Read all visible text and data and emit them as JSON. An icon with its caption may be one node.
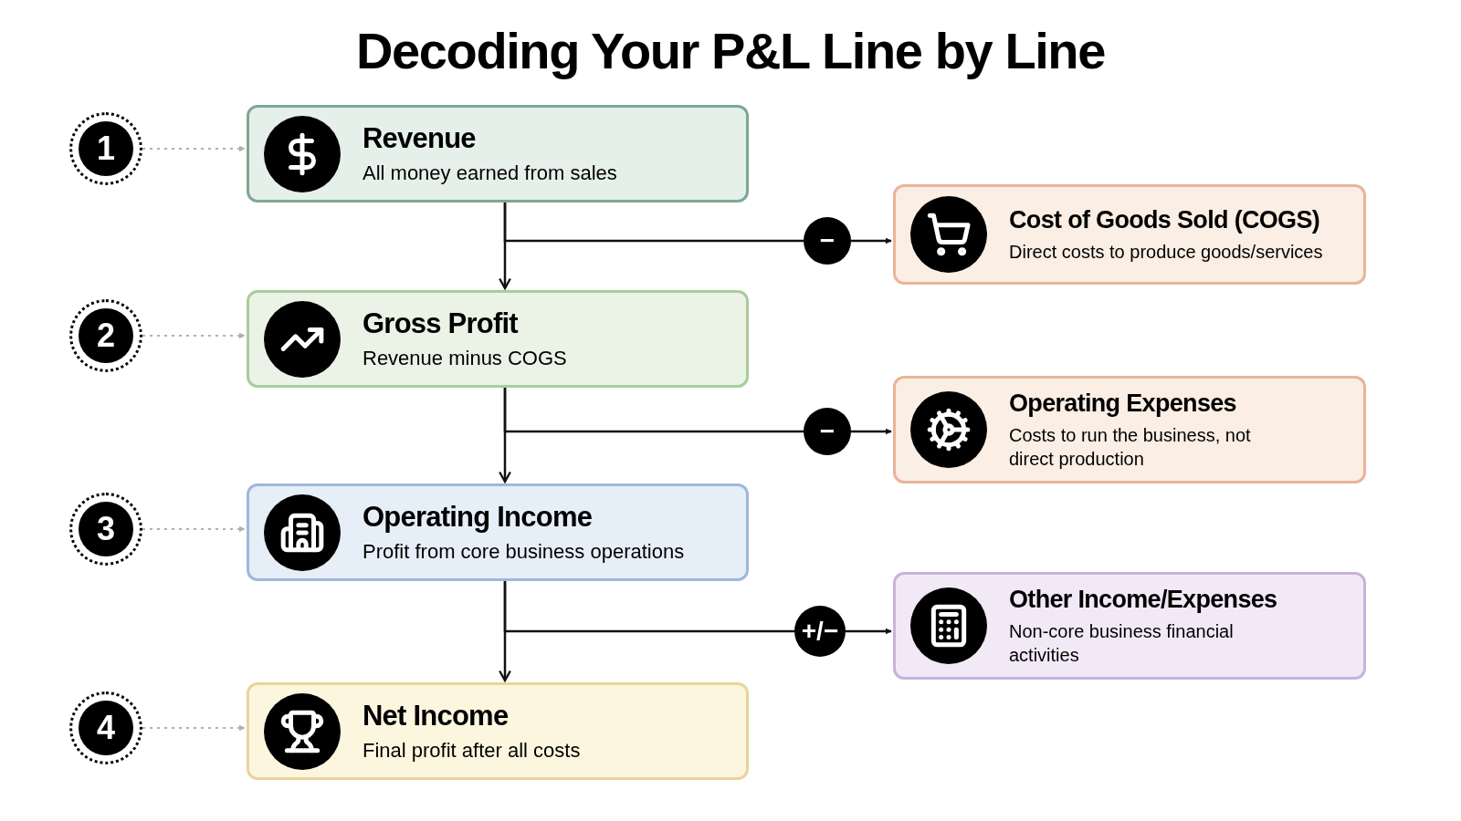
{
  "diagram": {
    "title": "Decoding Your P&L Line by Line",
    "nodes": [
      {
        "text": [
          "1"
        ]
      },
      {
        "text": [
          "Revenue",
          "All money earned from sales"
        ]
      },
      {
        "text": [
          "−"
        ]
      },
      {
        "text": [
          "Cost of Goods Sold (COGS)",
          "Direct costs to produce goods/services"
        ]
      },
      {
        "text": [
          "2"
        ]
      },
      {
        "text": [
          "Gross Profit",
          "Revenue minus COGS"
        ]
      },
      {
        "text": [
          "−"
        ]
      },
      {
        "text": [
          "Operating Expenses",
          "Costs to run the business, not direct production"
        ]
      },
      {
        "text": [
          "3"
        ]
      },
      {
        "text": [
          "Operating Income",
          "Profit from core business operations"
        ]
      },
      {
        "text": [
          "+/−"
        ]
      },
      {
        "text": [
          "Other Income/Expenses",
          "Non-core business financial activities"
        ]
      },
      {
        "text": [
          "4"
        ]
      },
      {
        "text": [
          "Net Income",
          "Final profit after all costs"
        ]
      }
    ],
    "edges": [
      {
        "from": 0,
        "to": 1,
        "arrow": "to",
        "style": "dashed",
        "color": "#b0b0b0"
      },
      {
        "from": 1,
        "to": 5,
        "arrow": "to"
      },
      {
        "from": 1,
        "to": 2,
        "arrow": "none"
      },
      {
        "from": 2,
        "to": 3,
        "arrow": "to"
      },
      {
        "from": 4,
        "to": 5,
        "arrow": "to",
        "style": "dashed",
        "color": "#b0b0b0"
      },
      {
        "from": 5,
        "to": 9,
        "arrow": "to"
      },
      {
        "from": 5,
        "to": 6,
        "arrow": "none"
      },
      {
        "from": 6,
        "to": 7,
        "arrow": "to"
      },
      {
        "from": 8,
        "to": 9,
        "arrow": "to",
        "style": "dashed",
        "color": "#b0b0b0"
      },
      {
        "from": 9,
        "to": 13,
        "arrow": "to"
      },
      {
        "from": 9,
        "to": 10,
        "arrow": "none"
      },
      {
        "from": 10,
        "to": 11,
        "arrow": "to"
      },
      {
        "from": 12,
        "to": 13,
        "arrow": "to",
        "style": "dashed",
        "color": "#b0b0b0"
      }
    ]
  }
}
